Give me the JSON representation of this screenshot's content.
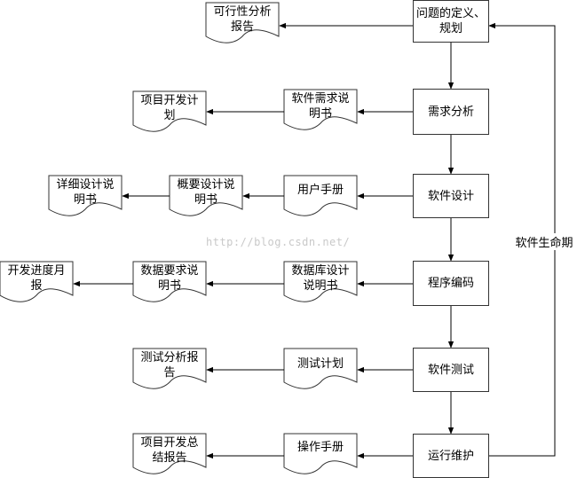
{
  "process": [
    {
      "id": "p1",
      "label": "问题的定义、规划"
    },
    {
      "id": "p2",
      "label": "需求分析"
    },
    {
      "id": "p3",
      "label": "软件设计"
    },
    {
      "id": "p4",
      "label": "程序编码"
    },
    {
      "id": "p5",
      "label": "软件测试"
    },
    {
      "id": "p6",
      "label": "运行维护"
    }
  ],
  "documents": [
    {
      "id": "d1",
      "label": "可行性分析报告"
    },
    {
      "id": "d2",
      "label": "软件需求说明书"
    },
    {
      "id": "d3",
      "label": "项目开发计划"
    },
    {
      "id": "d4",
      "label": "用户手册"
    },
    {
      "id": "d5",
      "label": "概要设计说明书"
    },
    {
      "id": "d6",
      "label": "详细设计说明书"
    },
    {
      "id": "d7",
      "label": "数据库设计说明书"
    },
    {
      "id": "d8",
      "label": "数据要求说明书"
    },
    {
      "id": "d9",
      "label": "开发进度月报"
    },
    {
      "id": "d10",
      "label": "测试计划"
    },
    {
      "id": "d11",
      "label": "测试分析报告"
    },
    {
      "id": "d12",
      "label": "操作手册"
    },
    {
      "id": "d13",
      "label": "项目开发总结报告"
    }
  ],
  "cycle_label": "软件生命期",
  "watermark": "http://blog.csdn.net/"
}
